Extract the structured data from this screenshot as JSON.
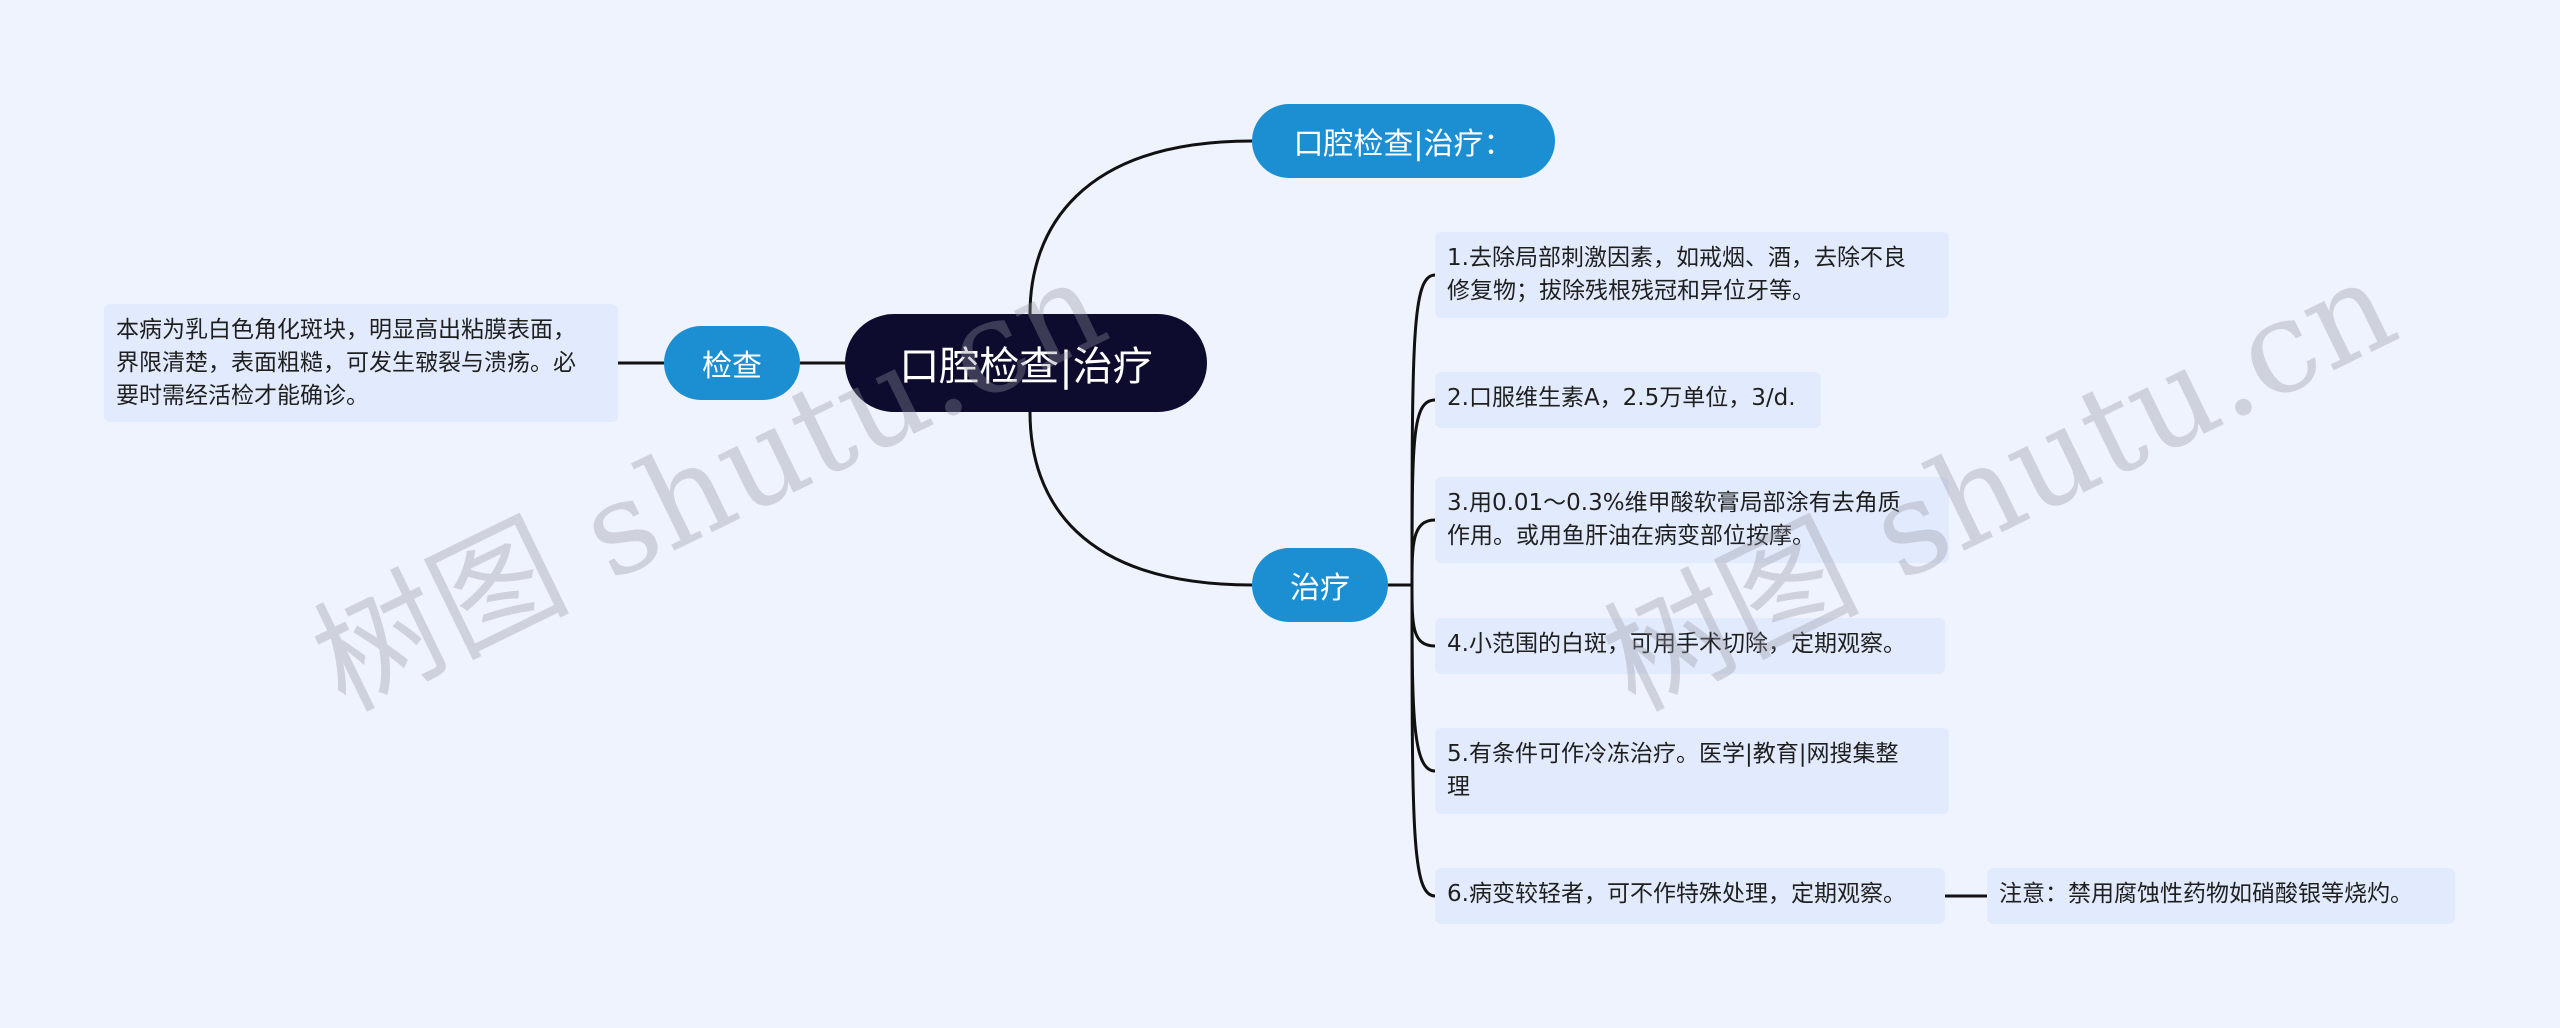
{
  "root": {
    "label": "口腔检查|治疗"
  },
  "branches": {
    "top": {
      "label": "口腔检查|治疗："
    },
    "treat": {
      "label": "治疗"
    },
    "check": {
      "label": "检查"
    }
  },
  "check_desc": "本病为乳白色角化斑块，明显高出粘膜表面，\n界限清楚，表面粗糙，可发生皲裂与溃疡。必\n要时需经活检才能确诊。",
  "treatments": [
    "1.去除局部刺激因素，如戒烟、酒，去除不良\n修复物；拔除残根残冠和异位牙等。",
    "2.口服维生素A，2.5万单位，3/d.",
    "3.用0.01～0.3%维甲酸软膏局部涂有去角质\n作用。或用鱼肝油在病变部位按摩。",
    "4.小范围的白斑，可用手术切除，定期观察。",
    "5.有条件可作冷冻治疗。医学|教育|网搜集整\n理",
    "6.病变较轻者，可不作特殊处理，定期观察。"
  ],
  "note": "注意：禁用腐蚀性药物如硝酸银等烧灼。",
  "watermark": "树图 shutu.cn",
  "colors": {
    "background": "#eff3fe",
    "root": "#0d0b2e",
    "branch": "#1b8fd2",
    "leaf": "#e2ebfd",
    "line": "#111111"
  }
}
